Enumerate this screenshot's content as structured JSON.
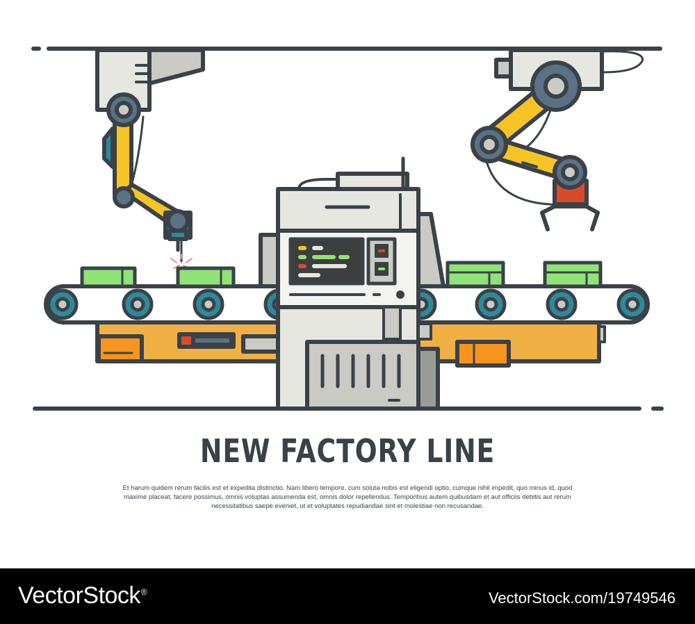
{
  "headline": {
    "title": "NEW FACTORY LINE",
    "body": "Et harum quidem rerum facilis est et expedita distinctio. Nam libero tempore, cum soluta nobis est eligendi optio, cumque nihil impedit, quo minus id, quod maxime placeat, facere possimus, omnis voluptas assumenda est, omnis dolor repellendus. Temporibus autem quibusdam et aut officiis debitis aut rerum necessitatibus saepe eveniet, ut et voluptates repudiandae sint et molestiae non recusandae."
  },
  "footer": {
    "brand": "VectorStock",
    "brand_mark": "®",
    "stock_id": "VectorStock.com/19749546"
  },
  "colors": {
    "outline": "#3a4248",
    "machine_light": "#e6e7e1",
    "machine_mid": "#c9cbc4",
    "arm_yellow": "#f7c325",
    "joint_blue": "#5b7186",
    "roller_teal": "#2e8a9a",
    "box_green": "#8fe377",
    "base_orange": "#f0b045",
    "accent_orange": "#f7941d",
    "gripper_red": "#d94a2b",
    "screen_dark": "#3c3f3e",
    "footer_bg": "#000000"
  },
  "icons": [
    "robot-arm-welder-icon",
    "robot-arm-gripper-icon",
    "conveyor-belt-icon",
    "control-machine-icon",
    "product-box-icon"
  ]
}
